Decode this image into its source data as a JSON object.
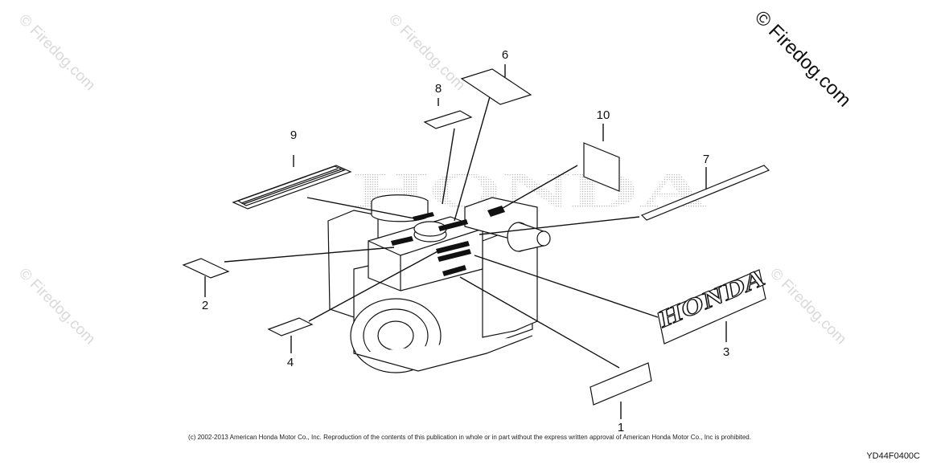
{
  "watermark": {
    "text": "© Firedog.com",
    "main_text": "© Firedog.com"
  },
  "callouts": {
    "c1": "1",
    "c2": "2",
    "c3": "3",
    "c4": "4",
    "c5": "6",
    "c6": "7",
    "c7": "8",
    "c8": "9",
    "c9": "10"
  },
  "emblem_text": "HONDA",
  "background_text": "HONDA",
  "copyright": "(c) 2002-2013 American Honda Motor Co., Inc. Reproduction of the contents of this publication in whole or in part without the express written approval of American Honda Motor Co., Inc is prohibited.",
  "diagram_code": "YD44F0400C",
  "colors": {
    "line": "#111111",
    "watermark": "#d9d9d9",
    "dots": "#bdbdbd"
  }
}
